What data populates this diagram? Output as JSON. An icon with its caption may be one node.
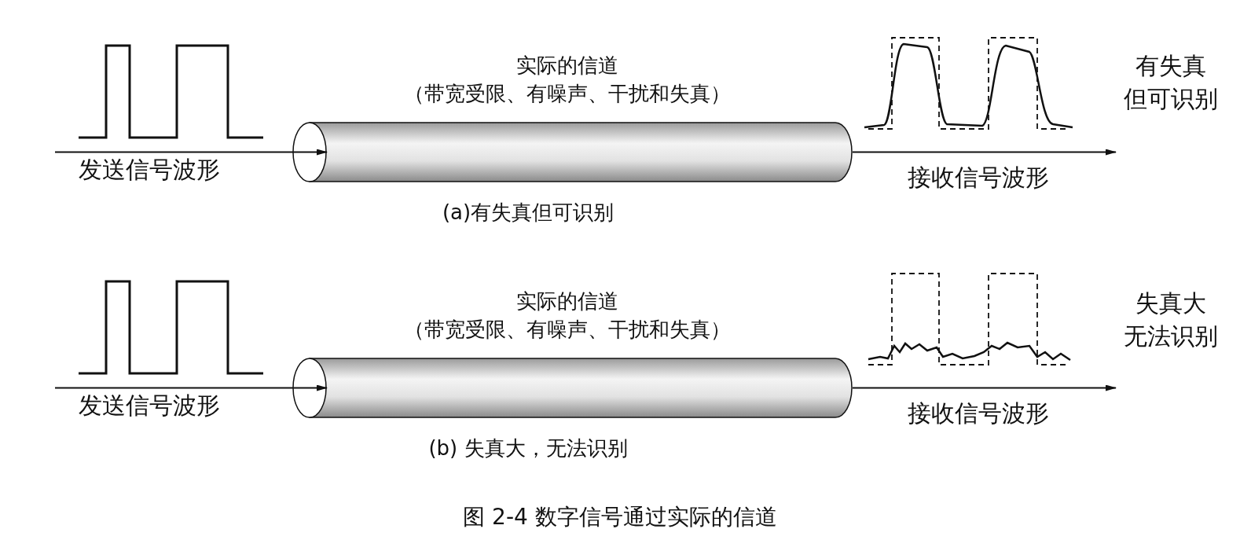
{
  "diagram": {
    "caption": "图 2-4 数字信号通过实际的信道",
    "nodes": [
      {
        "text": [
          "实际的信道",
          "（带宽受限、有噪声、干扰和失真）"
        ],
        "beside": [
          "(a)有失真但可识别"
        ]
      },
      {
        "text": [
          "实际的信道",
          "（带宽受限、有噪声、干扰和失真）"
        ],
        "beside": [
          "(b) 失真大，无法识别"
        ]
      }
    ],
    "edges": [
      {
        "from": null,
        "to": 0,
        "arrow": "to"
      },
      {
        "from": 0,
        "to": null,
        "arrow": "to"
      },
      {
        "from": null,
        "to": 1,
        "arrow": "to"
      },
      {
        "from": 1,
        "to": null,
        "arrow": "to"
      }
    ],
    "labels": [
      "发送信号波形",
      "接收信号波形",
      "有失真",
      "但可识别",
      "发送信号波形",
      "接收信号波形",
      "失真大",
      "无法识别"
    ]
  }
}
